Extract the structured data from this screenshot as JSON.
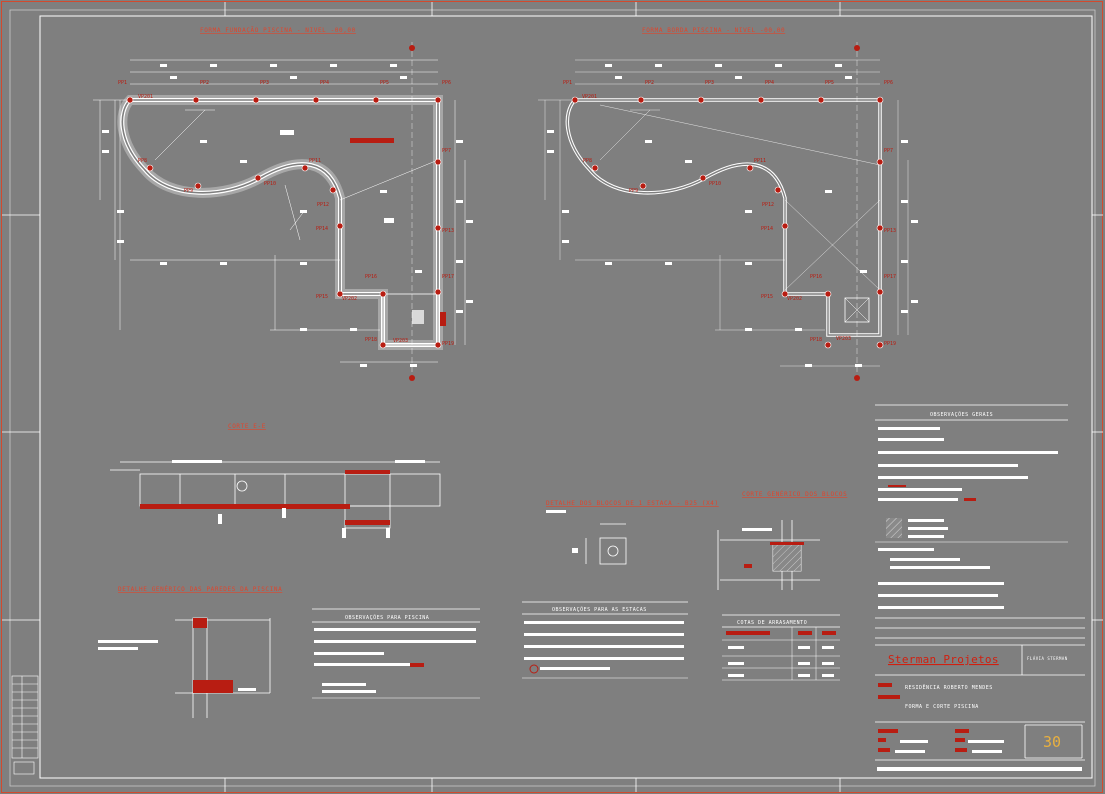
{
  "sheet": {
    "number": "30",
    "brand": "Sterman Projetos",
    "brand_sub": "FLÁVIA STERMAN",
    "client": "RESIDÊNCIA ROBERTO MENDES",
    "drawing": "FORMA E CORTE PISCINA"
  },
  "titles": {
    "plan_left": "FORMA FUNDAÇÃO PISCINA - NIVEL -00,00",
    "plan_right": "FORMA BORDA PISCINA - NIVEL -00,00",
    "section": "CORTE E-E",
    "wall_detail": "DETALHE GENÉRICO DAS PAREDES DA PISCINA",
    "stake_detail": "DETALHE DOS BLOCOS DE 1 ESTACA - B25 (X4)",
    "block_section": "CORTE GENÉRICO DOS BLOCOS"
  },
  "panels": {
    "general_notes": "OBSERVAÇÕES GERAIS",
    "pool_notes": "OBSERVAÇÕES PARA PISCINA",
    "stake_notes": "OBSERVAÇÕES PARA AS ESTACAS",
    "levels": "COTAS DE ARRASAMENTO"
  },
  "pillars": {
    "top": [
      "PP1",
      "PP2",
      "PP3",
      "PP4",
      "PP5",
      "PP6"
    ],
    "right": [
      "PP7",
      "PP13",
      "PP17",
      "PP19"
    ],
    "curve": [
      "PP8",
      "PP9",
      "PP10",
      "PP11",
      "PP12"
    ],
    "inner": [
      "PP14",
      "PP15",
      "PP16",
      "PP18"
    ]
  },
  "beams": [
    "VP201",
    "VP202",
    "VP203"
  ],
  "colors": {
    "background": "#7f7f7f",
    "line": "#ffffff",
    "accent": "#b81d12",
    "title": "#e0452c"
  }
}
